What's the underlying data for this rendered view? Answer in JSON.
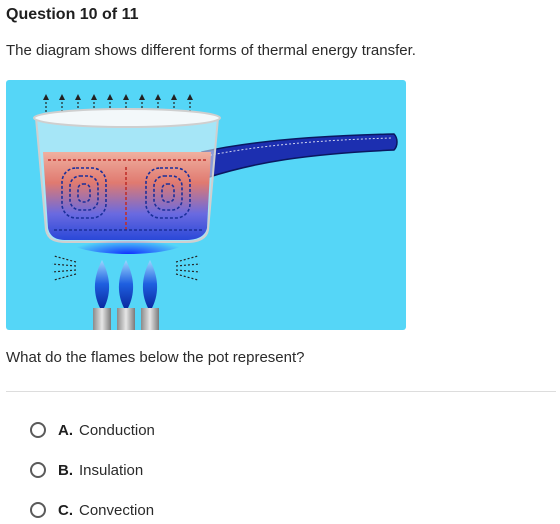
{
  "question": {
    "header": "Question 10 of 11",
    "intro": "The diagram shows different forms of thermal energy transfer.",
    "prompt": "What do the flames below the pot represent?"
  },
  "options": [
    {
      "letter": "A.",
      "text": "Conduction"
    },
    {
      "letter": "B.",
      "text": "Insulation"
    },
    {
      "letter": "C.",
      "text": "Convection"
    }
  ],
  "colors": {
    "diagram_background": "#55d6f7",
    "water_red": "#e8563a",
    "water_blue": "#2a48d8",
    "handle": "#1c2fb0",
    "flame": "#1e5fe0"
  }
}
